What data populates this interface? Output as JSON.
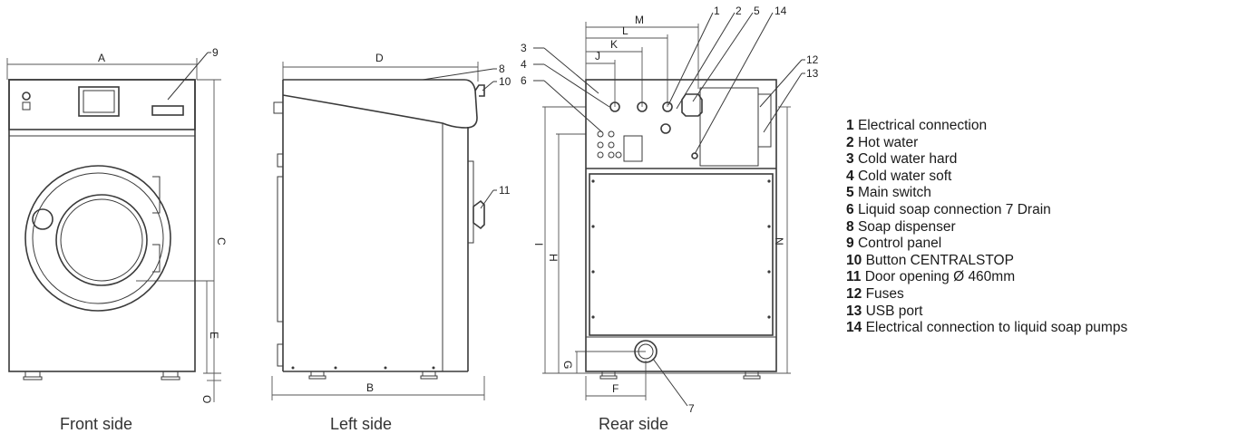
{
  "views": {
    "front": {
      "caption": "Front side",
      "dim_labels": [
        "A",
        "C",
        "E",
        "O"
      ],
      "callouts": [
        "9"
      ]
    },
    "left": {
      "caption": "Left side",
      "dim_labels": [
        "D",
        "B"
      ],
      "callouts": [
        "8",
        "10",
        "11"
      ]
    },
    "rear": {
      "caption": "Rear side",
      "dim_labels": [
        "M",
        "L",
        "K",
        "J",
        "I",
        "H",
        "N",
        "G",
        "F"
      ],
      "callouts": [
        "1",
        "2",
        "5",
        "14",
        "3",
        "4",
        "6",
        "12",
        "13",
        "7"
      ]
    }
  },
  "legend": [
    {
      "num": "1",
      "text": "Electrical connection"
    },
    {
      "num": "2",
      "text": "Hot water"
    },
    {
      "num": "3",
      "text": "Cold water hard"
    },
    {
      "num": "4",
      "text": "Cold water soft"
    },
    {
      "num": "5",
      "text": "Main switch"
    },
    {
      "num": "6",
      "text": "Liquid soap connection 7 Drain"
    },
    {
      "num": "8",
      "text": "Soap dispenser"
    },
    {
      "num": "9",
      "text": "Control panel"
    },
    {
      "num": "10",
      "text": "Button CENTRALSTOP"
    },
    {
      "num": "11",
      "text": " Door opening Ø 460mm"
    },
    {
      "num": "12",
      "text": "Fuses"
    },
    {
      "num": "13",
      "text": "USB port"
    },
    {
      "num": "14",
      "text": "Electrical connection to liquid soap pumps"
    }
  ]
}
